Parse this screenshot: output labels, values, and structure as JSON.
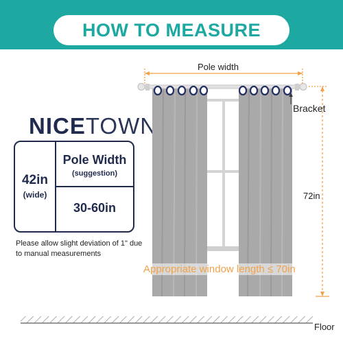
{
  "banner": {
    "title": "HOW TO MEASURE"
  },
  "brand": {
    "bold": "NICE",
    "light": "TOWN"
  },
  "size_table": {
    "width": "42in",
    "width_note": "(wide)",
    "pole_header": "Pole Width",
    "pole_note": "(suggestion)",
    "pole_range": "30-60in"
  },
  "note": "Please allow slight deviation of 1\" due to manual measurements",
  "diagram": {
    "pole_label": "Pole width",
    "bracket_label": "Bracket",
    "height_label": "72in",
    "window_label": "Appropriate window length ≤ 70in",
    "floor_label": "Floor"
  },
  "colors": {
    "accent": "#1ea8a2",
    "navy": "#1f2a4d",
    "curtain": "#a7a7a7",
    "measure": "#f0a24a"
  }
}
